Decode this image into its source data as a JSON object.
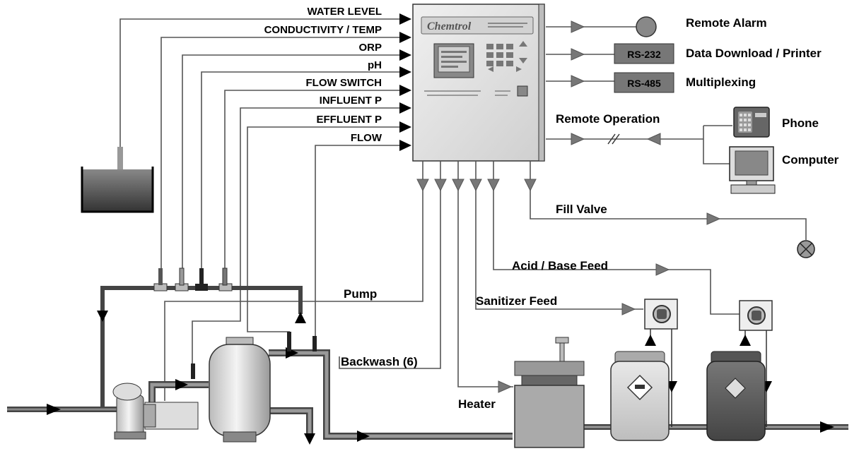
{
  "inputs": {
    "water_level": "WATER LEVEL",
    "conductivity": "CONDUCTIVITY / TEMP",
    "orp": "ORP",
    "ph": "pH",
    "flow_switch": "FLOW SWITCH",
    "influent": "INFLUENT P",
    "effluent": "EFFLUENT P",
    "flow": "FLOW"
  },
  "controller": {
    "brand": "Chemtrol"
  },
  "outputs": {
    "remote_alarm": "Remote Alarm",
    "rs232": "RS-232",
    "data_download": "Data Download / Printer",
    "rs485": "RS-485",
    "multiplexing": "Multiplexing",
    "remote_operation": "Remote Operation",
    "phone": "Phone",
    "computer": "Computer",
    "fill_valve": "Fill Valve",
    "acid_base": "Acid / Base Feed",
    "sanitizer": "Sanitizer Feed",
    "pump": "Pump",
    "backwash": "Backwash (6)",
    "heater": "Heater"
  },
  "colors": {
    "controller_body": "#e4e4e4",
    "pipe": "#444444",
    "tank_fill": "#555555",
    "line": "#555555"
  }
}
